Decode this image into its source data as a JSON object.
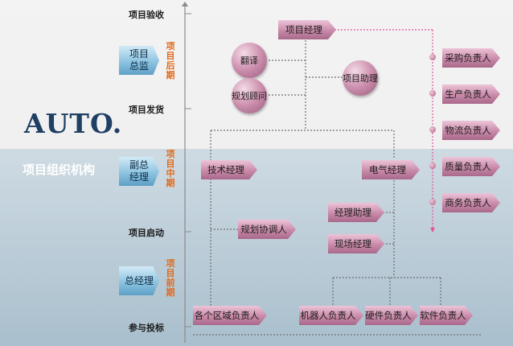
{
  "brand": {
    "logo_text": "AUTO."
  },
  "title": "项目组织机构",
  "timeline": {
    "acceptance": "项目验收",
    "shipping": "项目发货",
    "startup": "项目启动",
    "bidding": "参与投标"
  },
  "phases": {
    "late": "项目后期",
    "mid": "项目中期",
    "early": "项目前期"
  },
  "roles": {
    "director": "项目总监",
    "deputy_gm": "副总经理",
    "gm": "总经理",
    "project_manager": "项目经理",
    "translator": "翻译",
    "planning_advisor": "规划顾问",
    "project_assistant": "项目助理",
    "tech_manager": "技术经理",
    "electrical_manager": "电气经理",
    "planning_coordinator": "规划协调人",
    "manager_assistant": "经理助理",
    "site_manager": "现场经理",
    "region_leads": "各个区域负责人",
    "robot_lead": "机器人负责人",
    "hardware_lead": "硬件负责人",
    "software_lead": "软件负责人"
  },
  "right_column": [
    "采购负责人",
    "生产负责人",
    "物流负责人",
    "质量负责人",
    "商务负责人"
  ],
  "colors": {
    "phase_text": "#e36a1a",
    "dotted_connector": "#e0559a",
    "node_fill": "#c98aa9",
    "tag_fill": "#8ec4e1"
  }
}
